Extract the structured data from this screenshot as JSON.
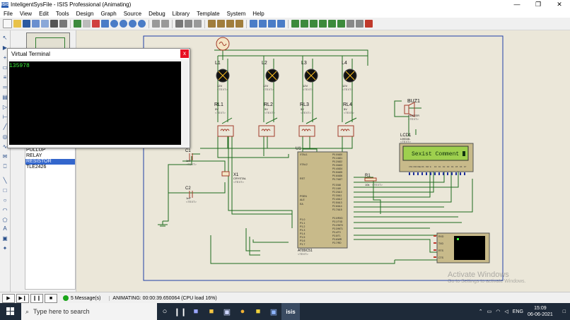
{
  "window": {
    "app_icon": "ISIS",
    "title": "InteligentSysFile - ISIS Professional (Animating)",
    "controls": [
      "—",
      "❐",
      "✕"
    ]
  },
  "menu": [
    "File",
    "View",
    "Edit",
    "Tools",
    "Design",
    "Graph",
    "Source",
    "Debug",
    "Library",
    "Template",
    "System",
    "Help"
  ],
  "virtual_terminal": {
    "title": "Virtual Terminal",
    "close_label": "x",
    "output": "135978"
  },
  "device_list": {
    "items": [
      "PULLUP",
      "RELAY",
      "RESISTOR",
      "TLE2426"
    ],
    "selected": "RESISTOR"
  },
  "schematic": {
    "lamps": [
      {
        "ref": "L1",
        "value": "12V",
        "tag": "<TEXT>"
      },
      {
        "ref": "L2",
        "value": "12V",
        "tag": "<TEXT>"
      },
      {
        "ref": "L3",
        "value": "12V",
        "tag": "<TEXT>"
      },
      {
        "ref": "L4",
        "value": "12V",
        "tag": "<TEXT>"
      }
    ],
    "relays": [
      {
        "ref": "RL1",
        "value": "5V",
        "tag": "<TEXT>"
      },
      {
        "ref": "RL2",
        "value": "5V",
        "tag": "<TEXT>"
      },
      {
        "ref": "RL3",
        "value": "5V",
        "tag": "<TEXT>"
      },
      {
        "ref": "RL4",
        "value": "5V",
        "tag": "<TEXT>"
      }
    ],
    "buzzer": {
      "ref": "BUZ1",
      "value": "BUZZER",
      "tag": "<TEXT>"
    },
    "lcd": {
      "ref": "LCD1",
      "model": "LM016L",
      "tag": "<TEXT>",
      "display_text": "Sexist Comment",
      "pins": [
        "VSS",
        "VDD",
        "VEE",
        "RS",
        "RW",
        "E",
        "D0",
        "D1",
        "D2",
        "D3",
        "D4",
        "D5",
        "D6",
        "D7"
      ]
    },
    "crystal": {
      "ref": "X1",
      "value": "CRYSTAL",
      "tag": "<TEXT>"
    },
    "c1": {
      "ref": "C1",
      "value": "1nF",
      "tag": "<TEXT>"
    },
    "c2": {
      "ref": "C2",
      "value": "1nF",
      "tag": "<TEXT>"
    },
    "r1": {
      "ref": "R1",
      "value": "10k",
      "tag": "<TEXT>"
    },
    "mcu": {
      "ref": "U1",
      "model": "AT89C51",
      "tag": "<TEXT>",
      "left_pins": [
        "XTAL1",
        "XTAL2",
        "RST",
        "PSEN",
        "ALE",
        "EA",
        "P1.0",
        "P1.1",
        "P1.2",
        "P1.3",
        "P1.4",
        "P1.5",
        "P1.6",
        "P1.7"
      ],
      "right_pins": [
        "P0.0/AD0",
        "P0.1/AD1",
        "P0.2/AD2",
        "P0.3/AD3",
        "P0.4/AD4",
        "P0.5/AD5",
        "P0.6/AD6",
        "P0.7/AD7",
        "P2.0/A8",
        "P2.1/A9",
        "P2.2/A10",
        "P2.3/A11",
        "P2.4/A12",
        "P2.5/A13",
        "P2.6/A14",
        "P2.7/A15",
        "P3.0/RXD",
        "P3.1/TXD",
        "P3.2/INT0",
        "P3.3/INT1",
        "P3.4/T0",
        "P3.5/T1",
        "P3.6/WR",
        "P3.7/RD"
      ]
    },
    "vt_pins": [
      "RXD",
      "TXD",
      "RTS",
      "CTS"
    ]
  },
  "statusbar": {
    "messages": "5 Message(s)",
    "animation": "ANIMATING: 00:00:39.650064 (CPU load 16%)"
  },
  "watermark": {
    "line1": "Activate Windows",
    "line2": "Go to Settings to activate Windows."
  },
  "taskbar": {
    "search_placeholder": "Type here to search",
    "language": "ENG",
    "time": "15:09",
    "date": "06-06-2021"
  }
}
